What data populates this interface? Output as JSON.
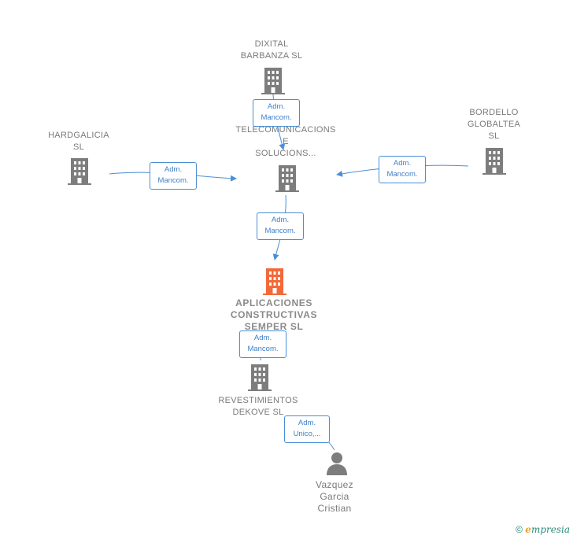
{
  "nodes": {
    "dixital": "DIXITAL\nBARBANZA  SL",
    "telecom": "TELECOMUNICACIONS\nE\nSOLUCIONS...",
    "hardgalicia": "HARDGALICIA\nSL",
    "bordello": "BORDELLO\nGLOBALTEA\nSL",
    "aplicaciones": "APLICACIONES\nCONSTRUCTIVAS\nSEMPER  SL",
    "revestimientos": "REVESTIMIENTOS\nDEKOVE  SL",
    "person": "Vazquez\nGarcia\nCristian"
  },
  "relations": {
    "dixital_telecom": "Adm.\nMancom.",
    "hardgalicia_telecom": "Adm.\nMancom.",
    "bordello_telecom": "Adm.\nMancom.",
    "telecom_aplicaciones": "Adm.\nMancom.",
    "aplicaciones_revestimientos": "Adm.\nMancom.",
    "revestimientos_person": "Adm.\nUnico,..."
  },
  "footer": {
    "copyright": "©",
    "brand_e": "e",
    "brand_rest": "mpresia"
  },
  "colors": {
    "building": "#7d7d7d",
    "building_main": "#f26a3a",
    "relation": "#4a8fd6"
  }
}
